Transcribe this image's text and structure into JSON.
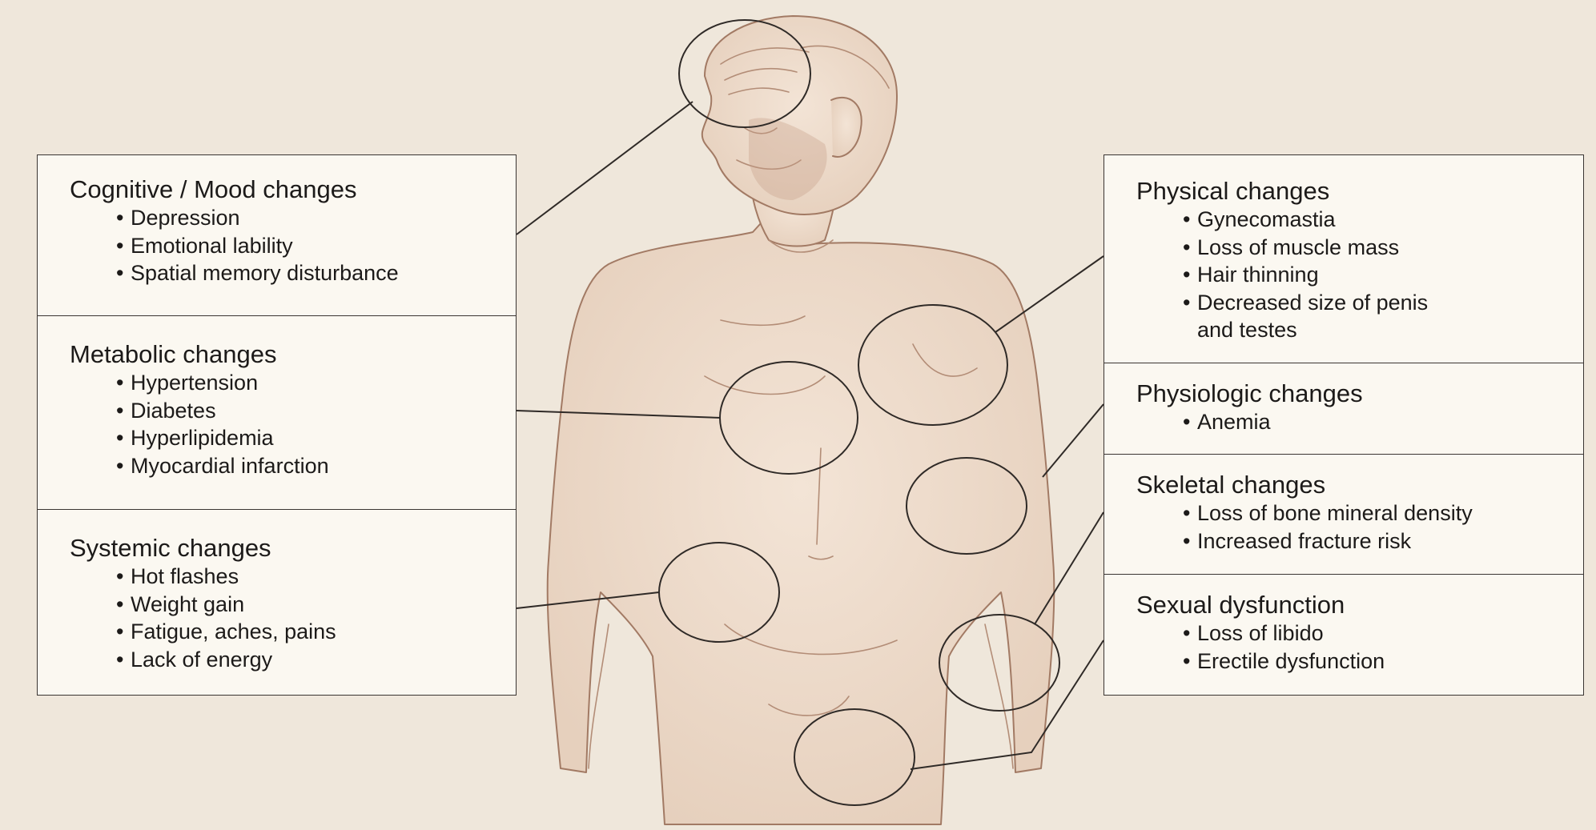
{
  "left_panel": {
    "sections": [
      {
        "title": "Cognitive / Mood changes",
        "items": [
          "Depression",
          "Emotional lability",
          "Spatial memory disturbance"
        ]
      },
      {
        "title": "Metabolic changes",
        "items": [
          "Hypertension",
          "Diabetes",
          "Hyperlipidemia",
          "Myocardial infarction"
        ]
      },
      {
        "title": "Systemic changes",
        "items": [
          "Hot flashes",
          "Weight gain",
          "Fatigue, aches, pains",
          "Lack of energy"
        ]
      }
    ]
  },
  "right_panel": {
    "sections": [
      {
        "title": "Physical changes",
        "items": [
          "Gynecomastia",
          "Loss of muscle mass",
          "Hair thinning",
          "Decreased size of penis",
          "and testes"
        ]
      },
      {
        "title": "Physiologic changes",
        "items": [
          "Anemia"
        ]
      },
      {
        "title": "Skeletal changes",
        "items": [
          "Loss of bone mineral density",
          "Increased fracture risk"
        ]
      },
      {
        "title": "Sexual dysfunction",
        "items": [
          "Loss of libido",
          "Erectile dysfunction"
        ]
      }
    ]
  },
  "colors": {
    "background": "#efe7db",
    "panel": "#fbf8f1",
    "sketch": "#a27a64",
    "leader": "#2f2a27"
  }
}
